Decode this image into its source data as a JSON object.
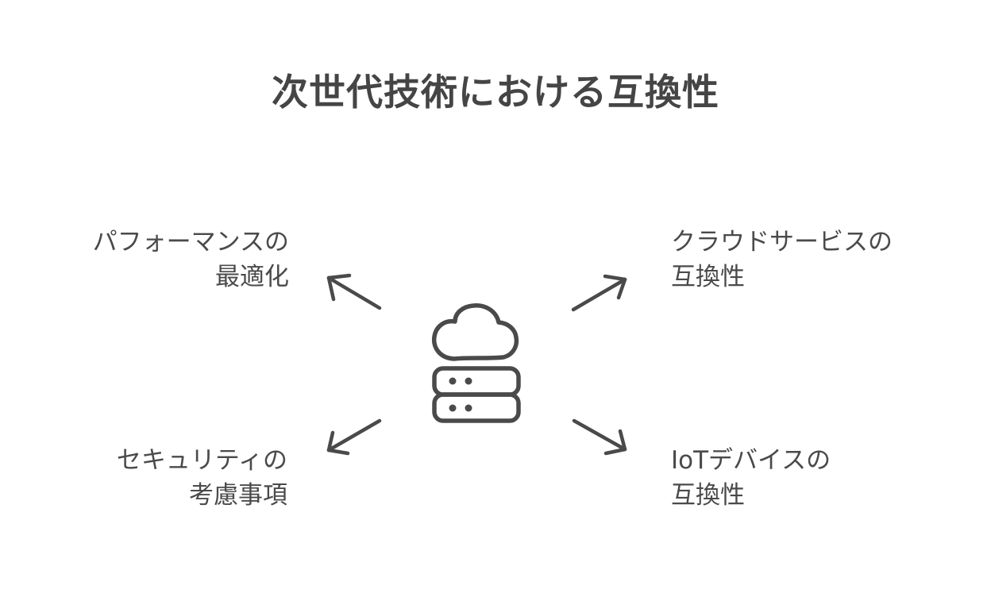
{
  "title": "次世代技術における互換性",
  "colors": {
    "ink": "#4a4a4a",
    "background": "#ffffff"
  },
  "center": {
    "icon": "cloud-server-icon"
  },
  "nodes": [
    {
      "id": "top-left",
      "line1": "パフォーマンスの",
      "line2": "最適化"
    },
    {
      "id": "top-right",
      "line1": "クラウドサービスの",
      "line2": "互換性"
    },
    {
      "id": "bottom-left",
      "line1": "セキュリティの",
      "line2": "考慮事項"
    },
    {
      "id": "bottom-right",
      "line1": "IoTデバイスの",
      "line2": "互換性"
    }
  ]
}
